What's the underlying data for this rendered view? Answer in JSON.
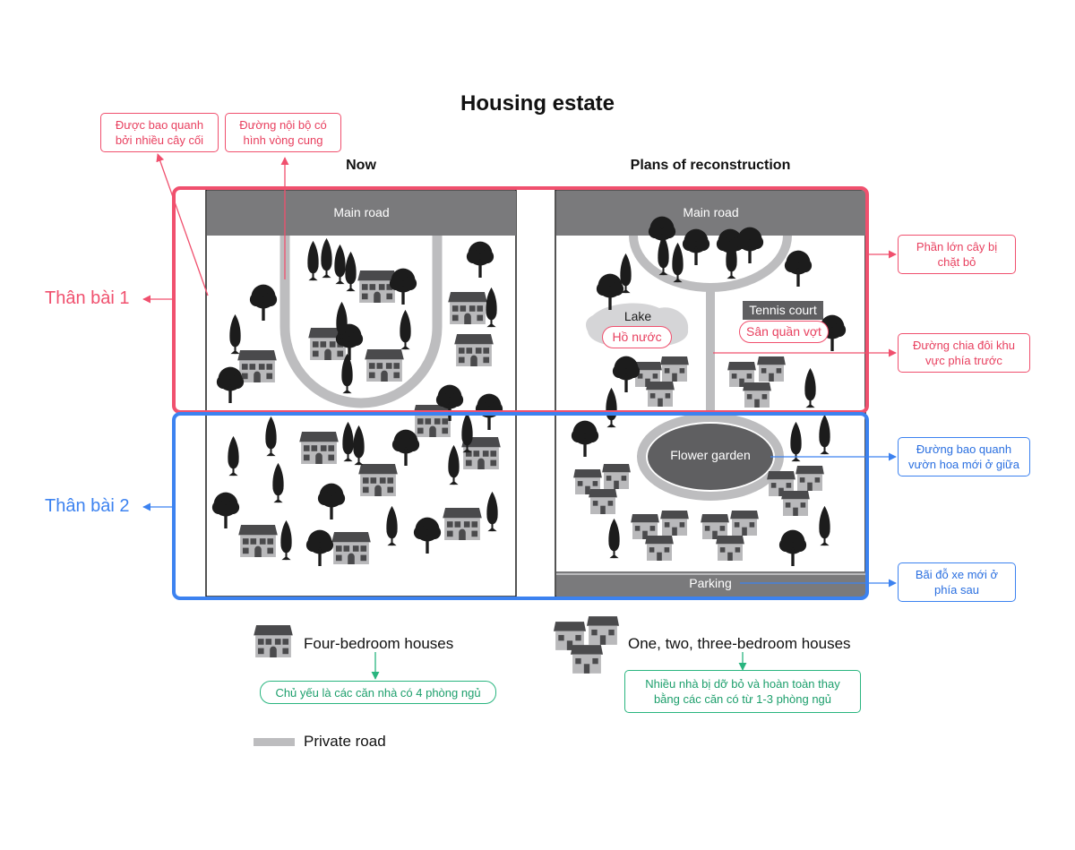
{
  "title": "Housing estate",
  "panels": {
    "now": "Now",
    "plans": "Plans of reconstruction"
  },
  "map_labels": {
    "main_road_now": "Main road",
    "main_road_plan": "Main road",
    "lake": "Lake",
    "tennis_court": "Tennis court",
    "flower_garden": "Flower garden",
    "parking": "Parking"
  },
  "pills": {
    "lake_vi": "Hồ nước",
    "tennis_vi": "Sân quần vợt"
  },
  "sections": {
    "body1": "Thân bài 1",
    "body2": "Thân bài 2"
  },
  "notes": {
    "trees_surround": [
      "Được bao quanh",
      "bởi nhiều cây cối"
    ],
    "arc_road": [
      "Đường nội bộ có",
      "hình vòng cung"
    ],
    "trees_cut": [
      "Phần lớn cây bị",
      "chặt bỏ"
    ],
    "road_divides": [
      "Đường chia đôi khu",
      "vực phía trước"
    ],
    "road_around_garden": [
      "Đường bao quanh",
      "vườn hoa mới ở giữa"
    ],
    "new_parking": [
      "Bãi đỗ xe mới ở",
      "phía sau"
    ],
    "four_bed_note": [
      "Chủ yếu là các căn nhà có 4 phòng ngủ"
    ],
    "replaced_note": [
      "Nhiều nhà bị dỡ bỏ và hoàn toàn thay",
      "bằng các căn có từ 1-3 phòng ngủ"
    ]
  },
  "legend": {
    "four_bedroom": "Four-bedroom houses",
    "small_houses": "One, two, three-bedroom houses",
    "private_road": "Private road"
  },
  "colors": {
    "red": "#f0506e",
    "blue": "#3c82f0",
    "green": "#29b57f",
    "road_dark": "#7a7a7c",
    "private_road": "#bdbdbf"
  }
}
